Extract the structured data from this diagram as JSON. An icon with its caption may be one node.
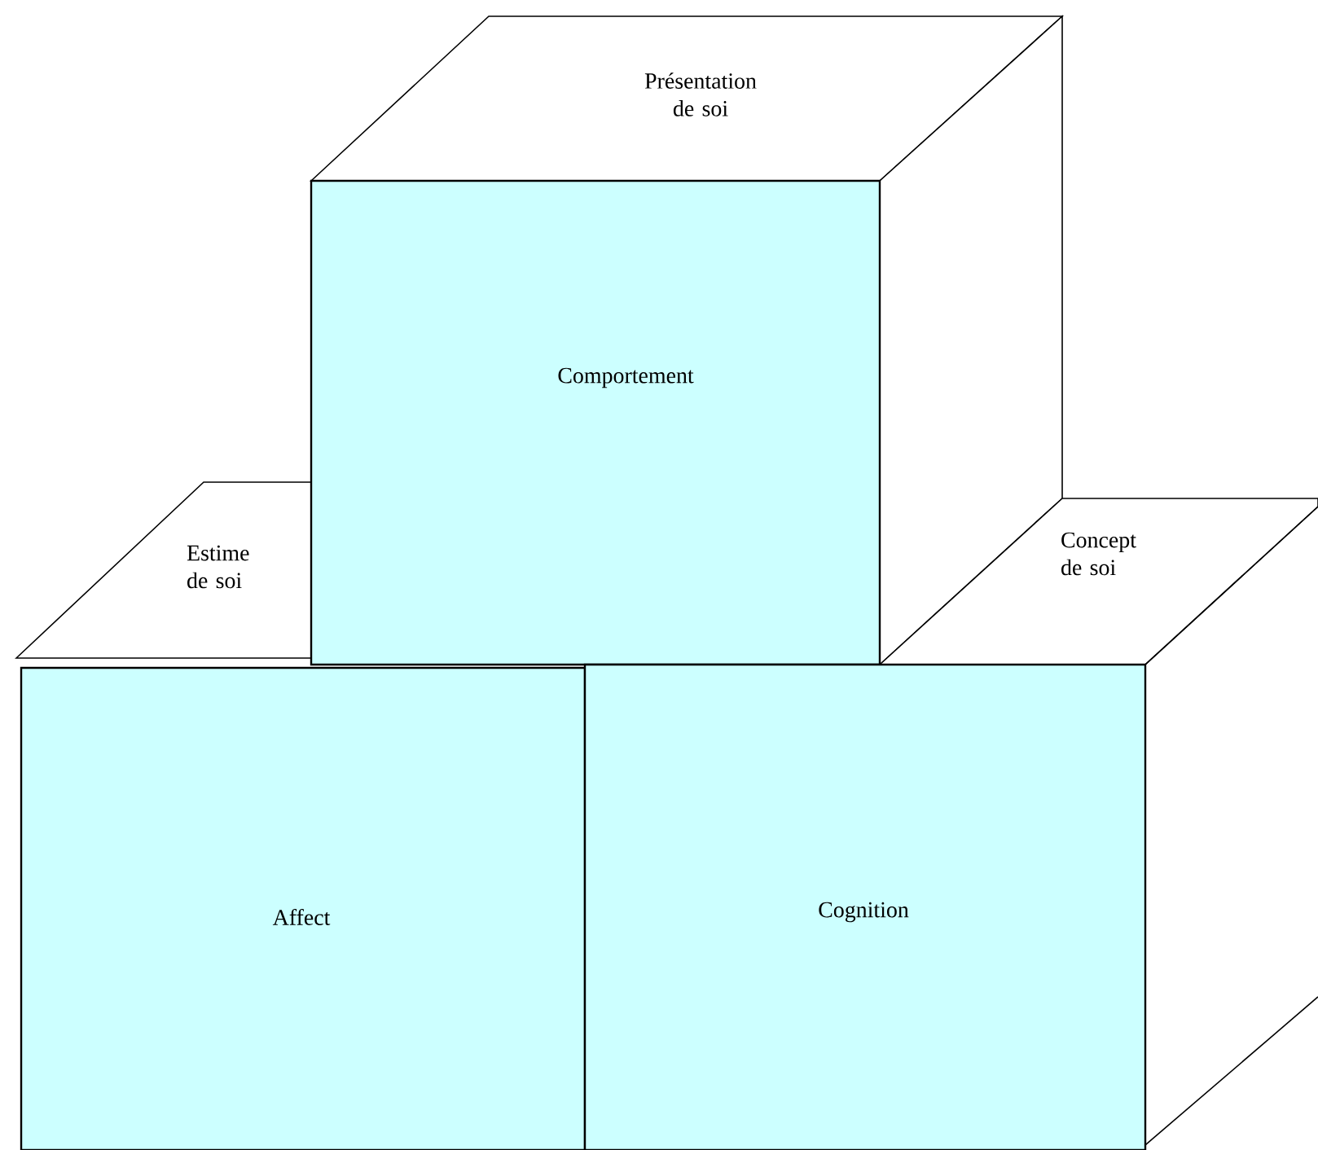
{
  "diagram": {
    "nodes": [
      {
        "text": [
          "Présentation de soi"
        ]
      },
      {
        "text": [
          "Comportement"
        ]
      },
      {
        "text": [
          "Estime de soi"
        ]
      },
      {
        "text": [
          "Concept de soi"
        ]
      },
      {
        "text": [
          "Affect"
        ]
      },
      {
        "text": [
          "Cognition"
        ]
      },
      {
        "text": [],
        "shape": "box"
      },
      {
        "text": [],
        "shape": "box"
      }
    ]
  }
}
